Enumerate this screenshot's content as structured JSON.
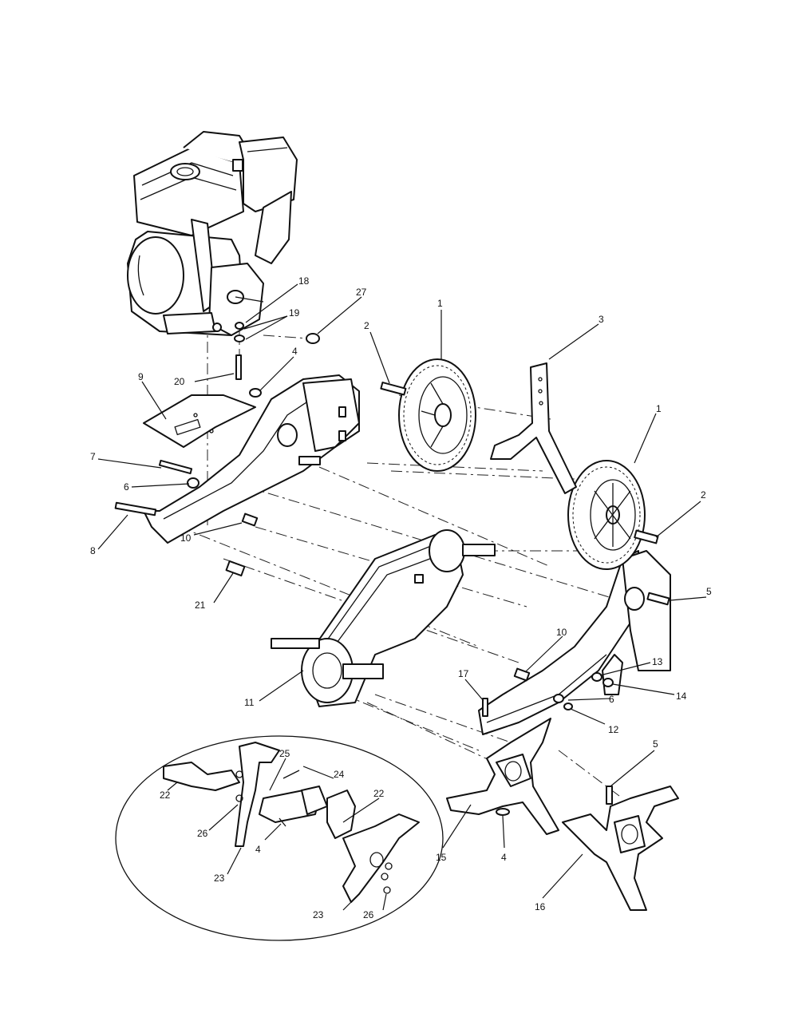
{
  "diagram": {
    "callouts": [
      {
        "id": "c1",
        "label": "1"
      },
      {
        "id": "c2",
        "label": "1"
      },
      {
        "id": "c3",
        "label": "2"
      },
      {
        "id": "c4",
        "label": "2"
      },
      {
        "id": "c5",
        "label": "3"
      },
      {
        "id": "c6",
        "label": "4"
      },
      {
        "id": "c7",
        "label": "4"
      },
      {
        "id": "c8",
        "label": "4"
      },
      {
        "id": "c9",
        "label": "5"
      },
      {
        "id": "c10",
        "label": "5"
      },
      {
        "id": "c11",
        "label": "6"
      },
      {
        "id": "c12",
        "label": "6"
      },
      {
        "id": "c13",
        "label": "7"
      },
      {
        "id": "c14",
        "label": "8"
      },
      {
        "id": "c15",
        "label": "9"
      },
      {
        "id": "c16",
        "label": "10"
      },
      {
        "id": "c17",
        "label": "10"
      },
      {
        "id": "c18",
        "label": "11"
      },
      {
        "id": "c19",
        "label": "12"
      },
      {
        "id": "c20",
        "label": "13"
      },
      {
        "id": "c21",
        "label": "14"
      },
      {
        "id": "c22",
        "label": "15"
      },
      {
        "id": "c23",
        "label": "16"
      },
      {
        "id": "c24",
        "label": "17"
      },
      {
        "id": "c25",
        "label": "18"
      },
      {
        "id": "c26",
        "label": "19"
      },
      {
        "id": "c27",
        "label": "20"
      },
      {
        "id": "c28",
        "label": "21"
      },
      {
        "id": "c29",
        "label": "22"
      },
      {
        "id": "c30",
        "label": "22"
      },
      {
        "id": "c31",
        "label": "23"
      },
      {
        "id": "c32",
        "label": "23"
      },
      {
        "id": "c33",
        "label": "24"
      },
      {
        "id": "c34",
        "label": "25"
      },
      {
        "id": "c35",
        "label": "26"
      },
      {
        "id": "c36",
        "label": "26"
      },
      {
        "id": "c37",
        "label": "27"
      }
    ]
  }
}
